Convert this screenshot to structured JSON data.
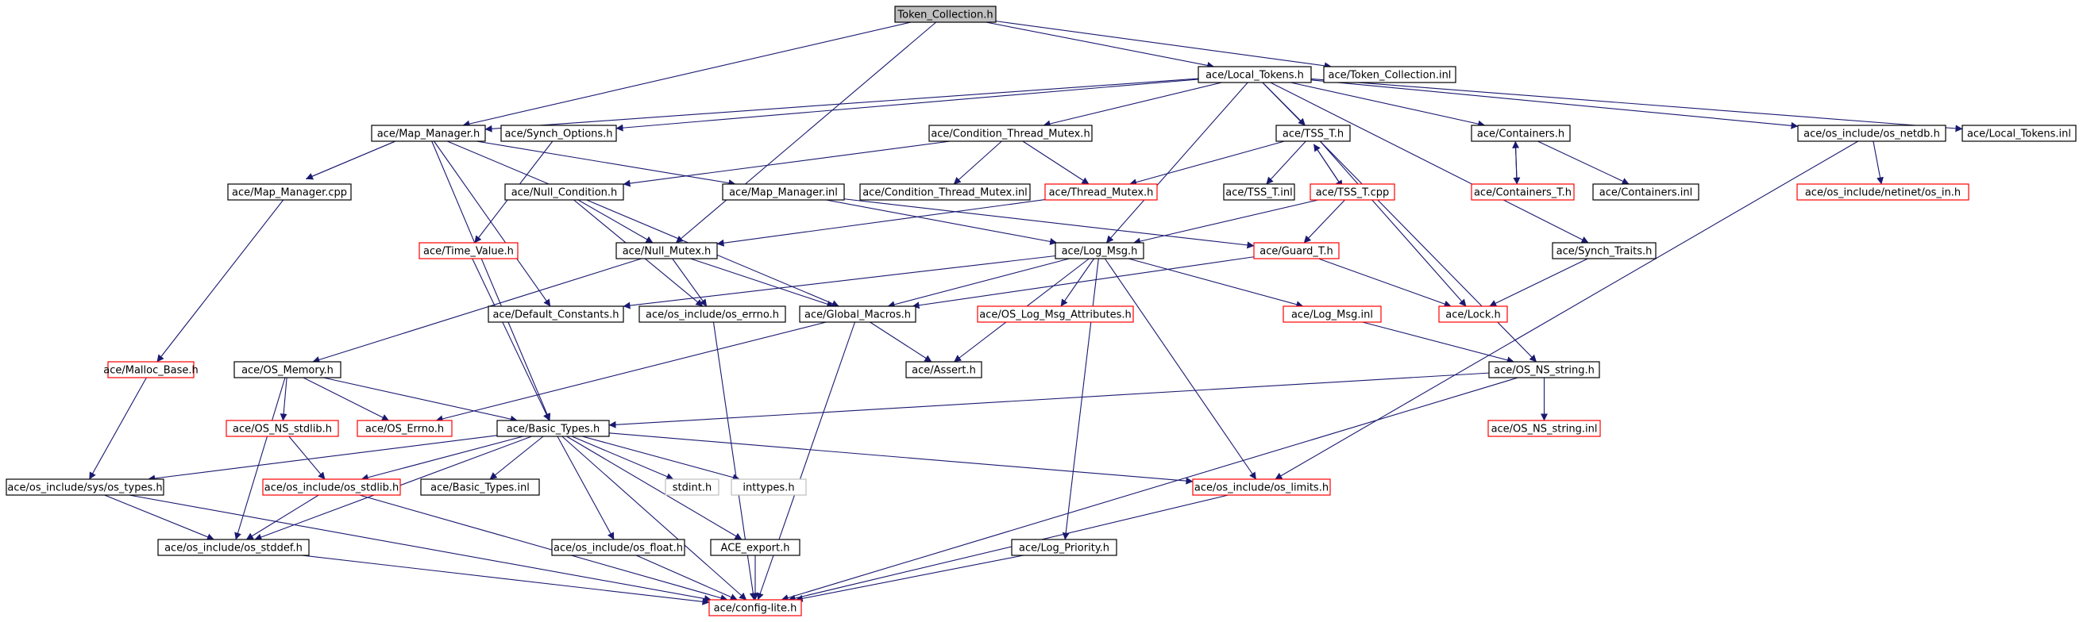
{
  "colors": {
    "edge": "#191970",
    "border_default": "#000000",
    "border_truncated": "#ff0000",
    "border_external": "#bfbfbf",
    "fill_root": "#bfbfbf",
    "fill_default": "#ffffff"
  },
  "nodes": [
    {
      "id": "token_collection_h",
      "label": "Token_Collection.h",
      "kind": "root"
    },
    {
      "id": "local_tokens_h",
      "label": "ace/Local_Tokens.h",
      "kind": "normal"
    },
    {
      "id": "token_collection_inl",
      "label": "ace/Token_Collection.inl",
      "kind": "normal"
    },
    {
      "id": "map_manager_h",
      "label": "ace/Map_Manager.h",
      "kind": "normal"
    },
    {
      "id": "synch_options_h",
      "label": "ace/Synch_Options.h",
      "kind": "normal"
    },
    {
      "id": "condition_thread_mutex_h",
      "label": "ace/Condition_Thread_Mutex.h",
      "kind": "normal"
    },
    {
      "id": "tss_t_h",
      "label": "ace/TSS_T.h",
      "kind": "normal"
    },
    {
      "id": "containers_h",
      "label": "ace/Containers.h",
      "kind": "normal"
    },
    {
      "id": "os_netdb_h",
      "label": "ace/os_include/os_netdb.h",
      "kind": "normal"
    },
    {
      "id": "local_tokens_inl",
      "label": "ace/Local_Tokens.inl",
      "kind": "normal"
    },
    {
      "id": "map_manager_cpp",
      "label": "ace/Map_Manager.cpp",
      "kind": "normal"
    },
    {
      "id": "null_condition_h",
      "label": "ace/Null_Condition.h",
      "kind": "normal"
    },
    {
      "id": "map_manager_inl",
      "label": "ace/Map_Manager.inl",
      "kind": "normal"
    },
    {
      "id": "condition_thread_mutex_inl",
      "label": "ace/Condition_Thread_Mutex.inl",
      "kind": "normal"
    },
    {
      "id": "thread_mutex_h",
      "label": "ace/Thread_Mutex.h",
      "kind": "truncated"
    },
    {
      "id": "tss_t_inl",
      "label": "ace/TSS_T.inl",
      "kind": "normal"
    },
    {
      "id": "tss_t_cpp",
      "label": "ace/TSS_T.cpp",
      "kind": "truncated"
    },
    {
      "id": "containers_t_h",
      "label": "ace/Containers_T.h",
      "kind": "truncated"
    },
    {
      "id": "containers_inl",
      "label": "ace/Containers.inl",
      "kind": "normal"
    },
    {
      "id": "netinet_in_h",
      "label": "ace/os_include/netinet/os_in.h",
      "kind": "truncated"
    },
    {
      "id": "time_value_h",
      "label": "ace/Time_Value.h",
      "kind": "truncated"
    },
    {
      "id": "null_mutex_h",
      "label": "ace/Null_Mutex.h",
      "kind": "normal"
    },
    {
      "id": "log_msg_h",
      "label": "ace/Log_Msg.h",
      "kind": "normal"
    },
    {
      "id": "guard_t_h",
      "label": "ace/Guard_T.h",
      "kind": "truncated"
    },
    {
      "id": "synch_traits_h",
      "label": "ace/Synch_Traits.h",
      "kind": "normal"
    },
    {
      "id": "default_constants_h",
      "label": "ace/Default_Constants.h",
      "kind": "normal"
    },
    {
      "id": "os_errno_inc_h",
      "label": "ace/os_include/os_errno.h",
      "kind": "normal"
    },
    {
      "id": "global_macros_h",
      "label": "ace/Global_Macros.h",
      "kind": "normal"
    },
    {
      "id": "os_log_msg_attributes_h",
      "label": "ace/OS_Log_Msg_Attributes.h",
      "kind": "truncated"
    },
    {
      "id": "log_msg_inl",
      "label": "ace/Log_Msg.inl",
      "kind": "truncated"
    },
    {
      "id": "lock_h",
      "label": "ace/Lock.h",
      "kind": "truncated"
    },
    {
      "id": "malloc_base_h",
      "label": "ace/Malloc_Base.h",
      "kind": "truncated"
    },
    {
      "id": "os_memory_h",
      "label": "ace/OS_Memory.h",
      "kind": "normal"
    },
    {
      "id": "assert_h",
      "label": "ace/Assert.h",
      "kind": "normal"
    },
    {
      "id": "os_ns_string_h",
      "label": "ace/OS_NS_string.h",
      "kind": "normal"
    },
    {
      "id": "os_ns_stdlib_h",
      "label": "ace/OS_NS_stdlib.h",
      "kind": "truncated"
    },
    {
      "id": "os_errno_h",
      "label": "ace/OS_Errno.h",
      "kind": "truncated"
    },
    {
      "id": "basic_types_h",
      "label": "ace/Basic_Types.h",
      "kind": "normal"
    },
    {
      "id": "os_ns_string_inl",
      "label": "ace/OS_NS_string.inl",
      "kind": "truncated"
    },
    {
      "id": "sys_os_types_h",
      "label": "ace/os_include/sys/os_types.h",
      "kind": "normal"
    },
    {
      "id": "os_stdlib_h",
      "label": "ace/os_include/os_stdlib.h",
      "kind": "truncated"
    },
    {
      "id": "basic_types_inl",
      "label": "ace/Basic_Types.inl",
      "kind": "normal"
    },
    {
      "id": "stdint_h",
      "label": "stdint.h",
      "kind": "external"
    },
    {
      "id": "inttypes_h",
      "label": "inttypes.h",
      "kind": "external"
    },
    {
      "id": "os_limits_h",
      "label": "ace/os_include/os_limits.h",
      "kind": "truncated"
    },
    {
      "id": "os_stddef_h",
      "label": "ace/os_include/os_stddef.h",
      "kind": "normal"
    },
    {
      "id": "os_float_h",
      "label": "ace/os_include/os_float.h",
      "kind": "normal"
    },
    {
      "id": "ace_export_h",
      "label": "ACE_export.h",
      "kind": "normal"
    },
    {
      "id": "log_priority_h",
      "label": "ace/Log_Priority.h",
      "kind": "normal"
    },
    {
      "id": "config_lite_h",
      "label": "ace/config-lite.h",
      "kind": "truncated"
    }
  ],
  "edges": [
    [
      "token_collection_h",
      "map_manager_h"
    ],
    [
      "token_collection_h",
      "local_tokens_h"
    ],
    [
      "token_collection_h",
      "token_collection_inl"
    ],
    [
      "token_collection_h",
      "null_mutex_h"
    ],
    [
      "local_tokens_h",
      "map_manager_h"
    ],
    [
      "local_tokens_h",
      "synch_options_h"
    ],
    [
      "local_tokens_h",
      "condition_thread_mutex_h"
    ],
    [
      "local_tokens_h",
      "tss_t_h"
    ],
    [
      "local_tokens_h",
      "containers_h"
    ],
    [
      "local_tokens_h",
      "os_netdb_h"
    ],
    [
      "local_tokens_h",
      "local_tokens_inl"
    ],
    [
      "local_tokens_h",
      "log_msg_h"
    ],
    [
      "local_tokens_h",
      "synch_traits_h"
    ],
    [
      "local_tokens_h",
      "os_ns_string_h"
    ],
    [
      "map_manager_h",
      "map_manager_cpp"
    ],
    [
      "map_manager_cpp",
      "map_manager_h"
    ],
    [
      "map_manager_h",
      "map_manager_inl"
    ],
    [
      "map_manager_h",
      "default_constants_h"
    ],
    [
      "map_manager_h",
      "global_macros_h"
    ],
    [
      "map_manager_h",
      "basic_types_h"
    ],
    [
      "map_manager_cpp",
      "malloc_base_h"
    ],
    [
      "synch_options_h",
      "time_value_h"
    ],
    [
      "condition_thread_mutex_h",
      "null_condition_h"
    ],
    [
      "condition_thread_mutex_h",
      "condition_thread_mutex_inl"
    ],
    [
      "condition_thread_mutex_h",
      "thread_mutex_h"
    ],
    [
      "tss_t_h",
      "thread_mutex_h"
    ],
    [
      "tss_t_h",
      "tss_t_inl"
    ],
    [
      "tss_t_h",
      "tss_t_cpp"
    ],
    [
      "tss_t_cpp",
      "tss_t_h"
    ],
    [
      "tss_t_h",
      "lock_h"
    ],
    [
      "tss_t_cpp",
      "log_msg_h"
    ],
    [
      "tss_t_cpp",
      "guard_t_h"
    ],
    [
      "containers_h",
      "containers_t_h"
    ],
    [
      "containers_t_h",
      "containers_h"
    ],
    [
      "containers_h",
      "containers_inl"
    ],
    [
      "os_netdb_h",
      "netinet_in_h"
    ],
    [
      "os_netdb_h",
      "os_limits_h"
    ],
    [
      "null_condition_h",
      "null_mutex_h"
    ],
    [
      "null_condition_h",
      "os_errno_inc_h"
    ],
    [
      "map_manager_inl",
      "log_msg_h"
    ],
    [
      "map_manager_inl",
      "guard_t_h"
    ],
    [
      "thread_mutex_h",
      "null_mutex_h"
    ],
    [
      "time_value_h",
      "basic_types_h"
    ],
    [
      "null_mutex_h",
      "os_errno_inc_h"
    ],
    [
      "null_mutex_h",
      "global_macros_h"
    ],
    [
      "null_mutex_h",
      "os_memory_h"
    ],
    [
      "log_msg_h",
      "default_constants_h"
    ],
    [
      "log_msg_h",
      "global_macros_h"
    ],
    [
      "log_msg_h",
      "os_log_msg_attributes_h"
    ],
    [
      "log_msg_h",
      "log_msg_inl"
    ],
    [
      "log_msg_h",
      "assert_h"
    ],
    [
      "log_msg_h",
      "os_limits_h"
    ],
    [
      "log_msg_h",
      "log_priority_h"
    ],
    [
      "guard_t_h",
      "global_macros_h"
    ],
    [
      "guard_t_h",
      "lock_h"
    ],
    [
      "synch_traits_h",
      "lock_h"
    ],
    [
      "global_macros_h",
      "os_errno_h"
    ],
    [
      "global_macros_h",
      "assert_h"
    ],
    [
      "global_macros_h",
      "config_lite_h"
    ],
    [
      "os_errno_inc_h",
      "config_lite_h"
    ],
    [
      "log_msg_inl",
      "os_ns_string_h"
    ],
    [
      "malloc_base_h",
      "sys_os_types_h"
    ],
    [
      "os_memory_h",
      "os_ns_stdlib_h"
    ],
    [
      "os_memory_h",
      "os_errno_h"
    ],
    [
      "os_memory_h",
      "basic_types_h"
    ],
    [
      "os_memory_h",
      "os_stddef_h"
    ],
    [
      "os_ns_string_h",
      "basic_types_h"
    ],
    [
      "os_ns_string_h",
      "os_ns_string_inl"
    ],
    [
      "os_ns_string_h",
      "config_lite_h"
    ],
    [
      "os_ns_stdlib_h",
      "os_stdlib_h"
    ],
    [
      "basic_types_h",
      "sys_os_types_h"
    ],
    [
      "basic_types_h",
      "os_stdlib_h"
    ],
    [
      "basic_types_h",
      "basic_types_inl"
    ],
    [
      "basic_types_h",
      "stdint_h"
    ],
    [
      "basic_types_h",
      "inttypes_h"
    ],
    [
      "basic_types_h",
      "os_limits_h"
    ],
    [
      "basic_types_h",
      "os_stddef_h"
    ],
    [
      "basic_types_h",
      "os_float_h"
    ],
    [
      "basic_types_h",
      "ace_export_h"
    ],
    [
      "basic_types_h",
      "config_lite_h"
    ],
    [
      "sys_os_types_h",
      "os_stddef_h"
    ],
    [
      "sys_os_types_h",
      "config_lite_h"
    ],
    [
      "os_stdlib_h",
      "os_stddef_h"
    ],
    [
      "os_stdlib_h",
      "config_lite_h"
    ],
    [
      "os_limits_h",
      "config_lite_h"
    ],
    [
      "os_stddef_h",
      "config_lite_h"
    ],
    [
      "os_float_h",
      "config_lite_h"
    ],
    [
      "ace_export_h",
      "config_lite_h"
    ],
    [
      "log_priority_h",
      "config_lite_h"
    ]
  ]
}
